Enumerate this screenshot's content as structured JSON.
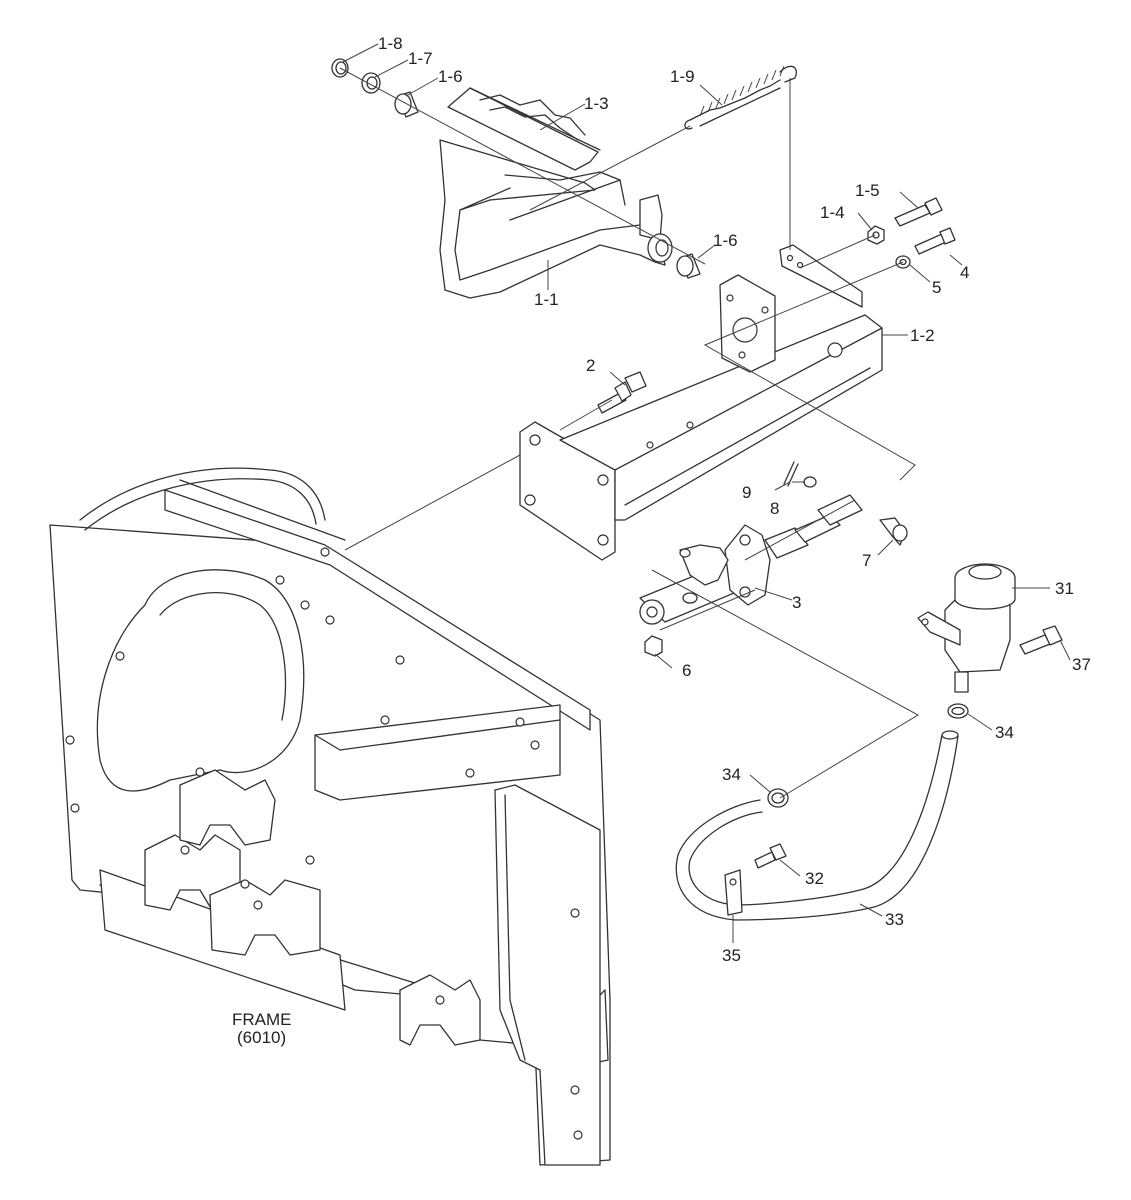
{
  "frame_label": {
    "line1": "FRAME",
    "line2": "(6010)"
  },
  "callouts": {
    "p1_8": "1-8",
    "p1_7": "1-7",
    "p1_6a": "1-6",
    "p1_3": "1-3",
    "p1_9": "1-9",
    "p1_5": "1-5",
    "p1_4": "1-4",
    "p1_6b": "1-6",
    "p4": "4",
    "p5": "5",
    "p1_1": "1-1",
    "p1_2": "1-2",
    "p2": "2",
    "p9": "9",
    "p8": "8",
    "p7": "7",
    "p3": "3",
    "p31": "31",
    "p6": "6",
    "p37": "37",
    "p34a": "34",
    "p34b": "34",
    "p32": "32",
    "p33": "33",
    "p35": "35"
  }
}
